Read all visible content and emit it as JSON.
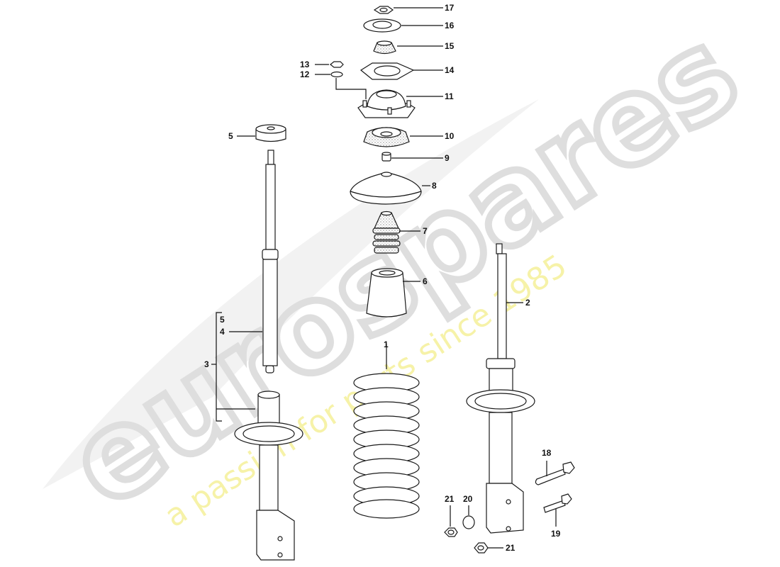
{
  "diagram": {
    "type": "exploded-parts-diagram",
    "subject": "Front suspension strut assembly",
    "watermark": {
      "brand": "eurospares",
      "tagline": "a passion for parts since 1985",
      "brand_color": "#e6e6e6",
      "tagline_color": "#f5f0a0"
    },
    "callouts": [
      {
        "id": "1",
        "label": "1",
        "part": "coil spring"
      },
      {
        "id": "2",
        "label": "2",
        "part": "shock absorber strut"
      },
      {
        "id": "3",
        "label": "3",
        "part": "strut assembly (incl. 4, 5)"
      },
      {
        "id": "4",
        "label": "4",
        "part": "shock absorber insert"
      },
      {
        "id": "5",
        "label": "5",
        "part": "slotted bushing"
      },
      {
        "id": "5b",
        "label": "5",
        "part": "bracket reference"
      },
      {
        "id": "6",
        "label": "6",
        "part": "protective tube"
      },
      {
        "id": "7",
        "label": "7",
        "part": "auxiliary spring / bump stop"
      },
      {
        "id": "8",
        "label": "8",
        "part": "spring plate"
      },
      {
        "id": "9",
        "label": "9",
        "part": "spacer sleeve"
      },
      {
        "id": "10",
        "label": "10",
        "part": "rubber mount"
      },
      {
        "id": "11",
        "label": "11",
        "part": "strut mount"
      },
      {
        "id": "12",
        "label": "12",
        "part": "washer"
      },
      {
        "id": "13",
        "label": "13",
        "part": "nut"
      },
      {
        "id": "14",
        "label": "14",
        "part": "gasket"
      },
      {
        "id": "15",
        "label": "15",
        "part": "bearing"
      },
      {
        "id": "16",
        "label": "16",
        "part": "cap"
      },
      {
        "id": "17",
        "label": "17",
        "part": "nut"
      },
      {
        "id": "18",
        "label": "18",
        "part": "eccentric bolt"
      },
      {
        "id": "19",
        "label": "19",
        "part": "hex bolt"
      },
      {
        "id": "20",
        "label": "20",
        "part": "eccentric washer"
      },
      {
        "id": "21a",
        "label": "21",
        "part": "nut"
      },
      {
        "id": "21b",
        "label": "21",
        "part": "nut"
      }
    ]
  }
}
